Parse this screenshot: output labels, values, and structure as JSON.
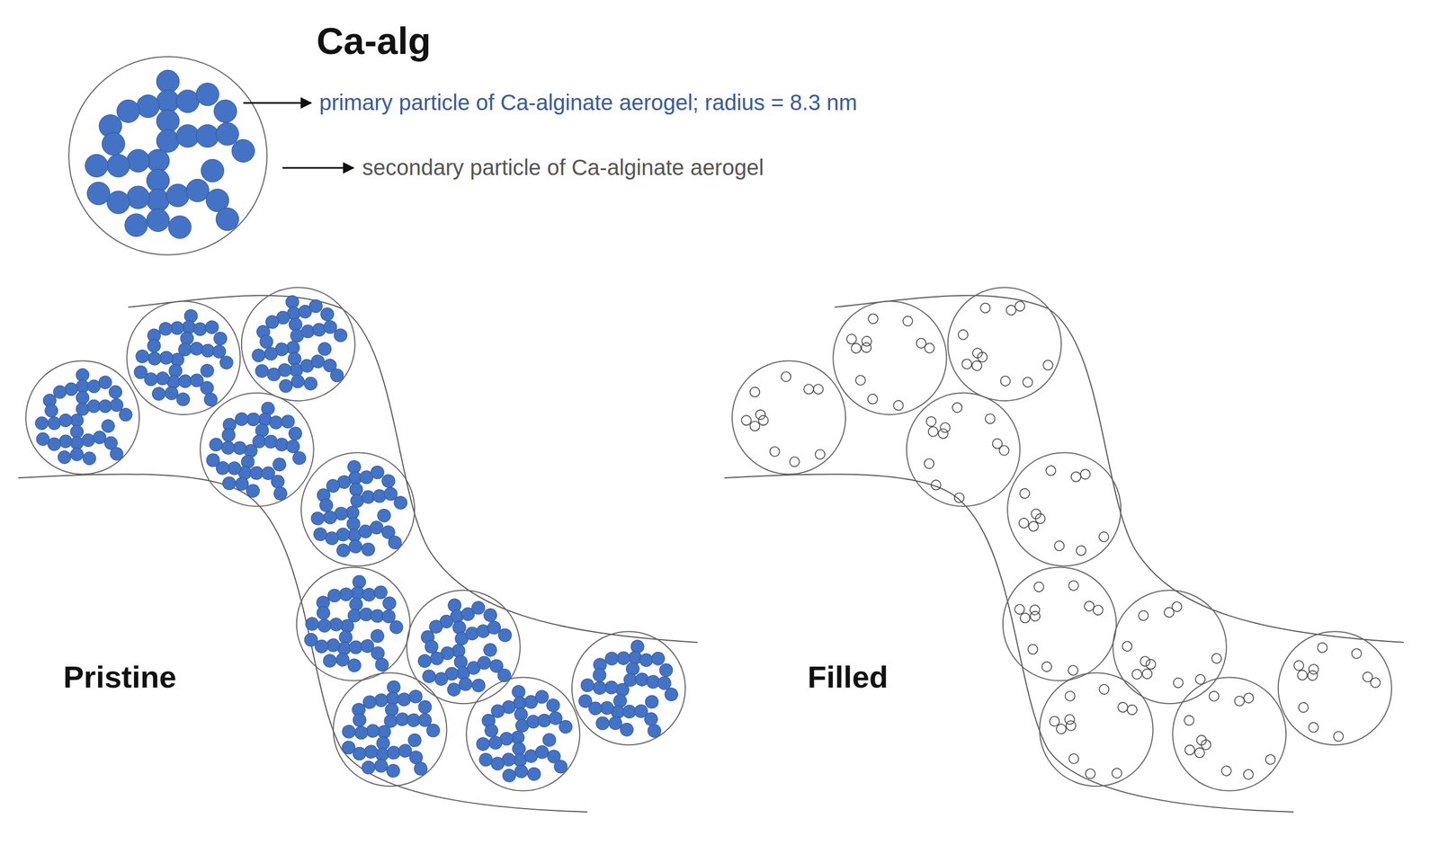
{
  "diagram": {
    "title": "Ca-alg",
    "nodes": [
      {
        "text": [
          "Filled"
        ]
      }
    ],
    "labels": [
      "primary particle of Ca-alginate aerogel; radius = 8.3 nm",
      "secondary particle of Ca-alginate aerogel",
      "Pristine"
    ]
  }
}
